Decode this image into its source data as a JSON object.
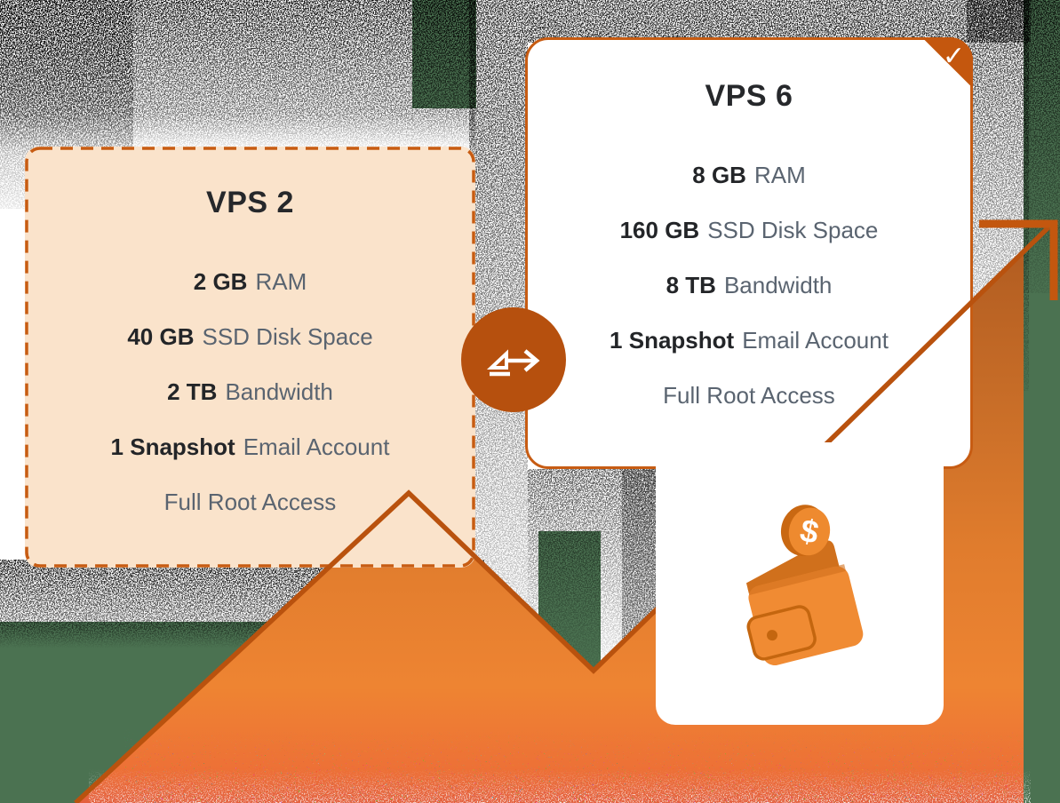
{
  "cards": {
    "vps2": {
      "title": "VPS 2",
      "specs": [
        {
          "value": "2 GB",
          "label": "RAM"
        },
        {
          "value": "40 GB",
          "label": "SSD Disk Space"
        },
        {
          "value": "2 TB",
          "label": "Bandwidth"
        },
        {
          "value": "1 Snapshot",
          "label": "Email Account"
        },
        {
          "value": "",
          "label": "Full Root Access"
        }
      ]
    },
    "vps6": {
      "title": "VPS 6",
      "badge_check": "✓",
      "specs": [
        {
          "value": "8 GB",
          "label": "RAM"
        },
        {
          "value": "160 GB",
          "label": "SSD Disk Space"
        },
        {
          "value": "8 TB",
          "label": "Bandwidth"
        },
        {
          "value": "1 Snapshot",
          "label": "Email Account"
        },
        {
          "value": "",
          "label": "Full Root Access"
        }
      ]
    }
  },
  "icons": {
    "transfer_arrow": "upgrade-transfer-arrow",
    "check": "checkmark",
    "wallet": "wallet-with-dollar-coin",
    "coin_symbol": "$",
    "trend": "growth-trend-arrow"
  },
  "colors": {
    "accent_orange": "#C75C13",
    "deep_orange": "#B6500E",
    "peach": "#FAE3CB",
    "green_backdrop": "#4B7251",
    "text_dark": "#26282B",
    "text_gray": "#5A6470",
    "mountain_orange": "#E8822F"
  }
}
